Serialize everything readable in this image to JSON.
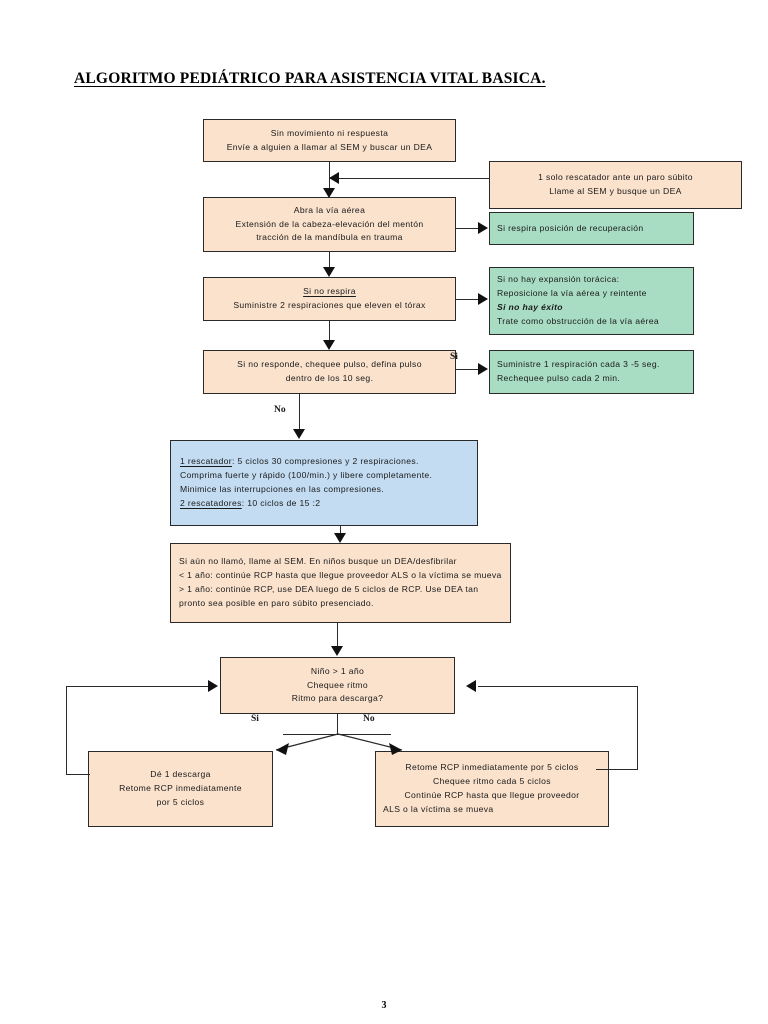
{
  "document": {
    "title": "ALGORITMO PEDIÁTRICO PARA ASISTENCIA VITAL BASICA.",
    "page_number": "3"
  },
  "colors": {
    "peach": "#fae2cd",
    "green": "#a8ddc3",
    "blue": "#c3dcf2",
    "stroke": "#2a2a2a"
  },
  "nodes": {
    "no_response": {
      "line1": "Sin movimiento ni respuesta",
      "line2": "Envíe a alguien a llamar al SEM y buscar un DEA"
    },
    "single_rescuer": {
      "line1": "1 solo rescatador ante un paro súbito",
      "line2": "Llame al SEM y busque un DEA"
    },
    "open_airway": {
      "line1": "Abra la vía aérea",
      "line2": "Extensión de la cabeza-elevación del mentón",
      "line3": "tracción de la mandíbula en trauma"
    },
    "recovery_position": {
      "line1": "Si respira posición de recuperación"
    },
    "not_breathing": {
      "line1": "Si no respira",
      "line2": "Suministre 2 respiraciones que eleven el tórax"
    },
    "no_chest_rise": {
      "line1": "Si no hay expansión torácica:",
      "line2": "Reposicione la vía aérea y reintente",
      "line3": "Si no hay éxito",
      "line4": "Trate como obstrucción de la vía aérea"
    },
    "check_pulse": {
      "line1": "Si no responde, chequee pulso, defina pulso",
      "line2": "dentro de los 10 seg."
    },
    "rescue_breaths": {
      "line1": "Suministre 1 respiración cada 3 -5 seg.",
      "line2": "Rechequee pulso cada 2 min."
    },
    "compressions": {
      "line1_label": "1 rescatador",
      "line1_rest": ": 5 ciclos 30 compresiones y 2 respiraciones.",
      "line2": "Comprima fuerte y rápido (100/min.) y libere completamente.",
      "line3": "Minimice las interrupciones en las compresiones.",
      "line4_label": "2 rescatadores",
      "line4_rest": ":  10 ciclos de 15 :2"
    },
    "call_aed": {
      "line1": "Si aún no llamó, llame al SEM. En niños busque un DEA/desfibrilar",
      "line2": "< 1 año: continúe RCP hasta que llegue proveedor ALS o la víctima se mueva",
      "line3": "> 1 año: continúe RCP, use DEA luego de 5 ciclos de RCP. Use DEA tan pronto sea posible en paro súbito presenciado."
    },
    "check_rhythm": {
      "line1": "Niño > 1 año",
      "line2": "Chequee ritmo",
      "line3": "Ritmo para descarga?"
    },
    "give_shock": {
      "line1": "Dé 1 descarga",
      "line2": "Retome RCP inmediatamente",
      "line3": "por 5 ciclos"
    },
    "resume_cpr": {
      "line1": "Retome RCP inmediatamente por 5 ciclos",
      "line2": "Chequee ritmo cada 5 ciclos",
      "line3": "Continúe RCP hasta que llegue proveedor",
      "line4": "ALS o la víctima se mueva"
    }
  },
  "edges": {
    "pulse_yes": "Si",
    "pulse_no": "No",
    "rhythm_yes": "Si",
    "rhythm_no": "No"
  }
}
